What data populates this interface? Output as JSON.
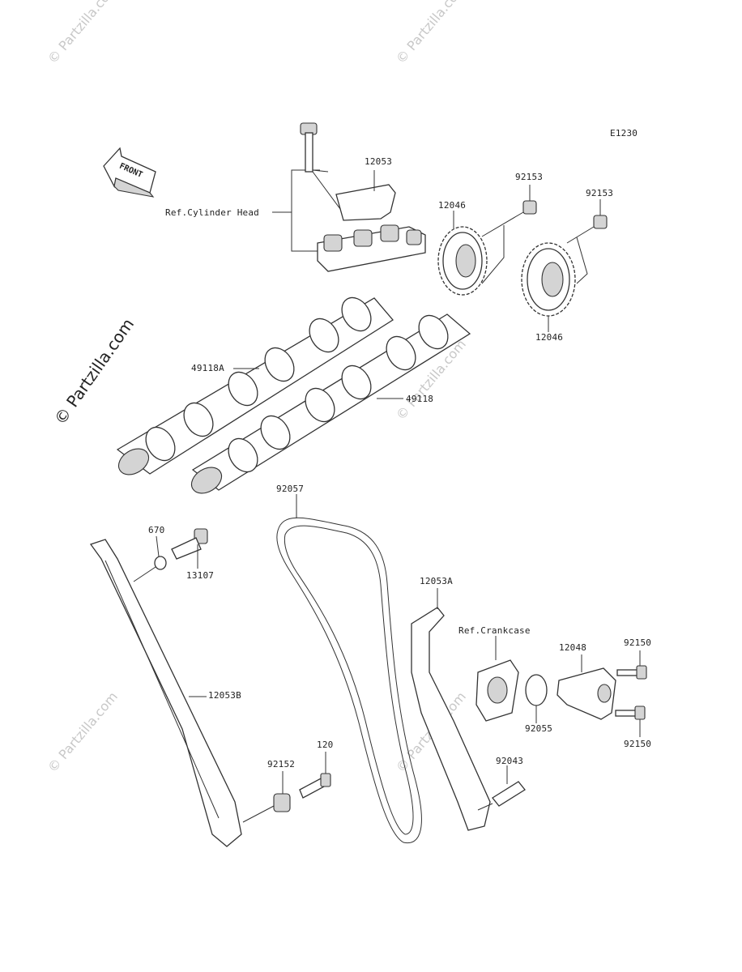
{
  "diagram": {
    "code": "E1230",
    "front_label": "FRONT",
    "watermark": "© Partzilla.com",
    "references": {
      "cylinder_head": "Ref.Cylinder Head",
      "crankcase": "Ref.Crankcase"
    },
    "parts": {
      "p12053": "12053",
      "p12046_top": "12046",
      "p12046_bottom": "12046",
      "p92153_left": "92153",
      "p92153_right": "92153",
      "p49118A": "49118A",
      "p49118": "49118",
      "p92057": "92057",
      "p670": "670",
      "p13107": "13107",
      "p12053A": "12053A",
      "p12048": "12048",
      "p92150_top": "92150",
      "p92150_bottom": "92150",
      "p92055": "92055",
      "p12053B": "12053B",
      "p120": "120",
      "p92152": "92152",
      "p92043": "92043"
    }
  }
}
